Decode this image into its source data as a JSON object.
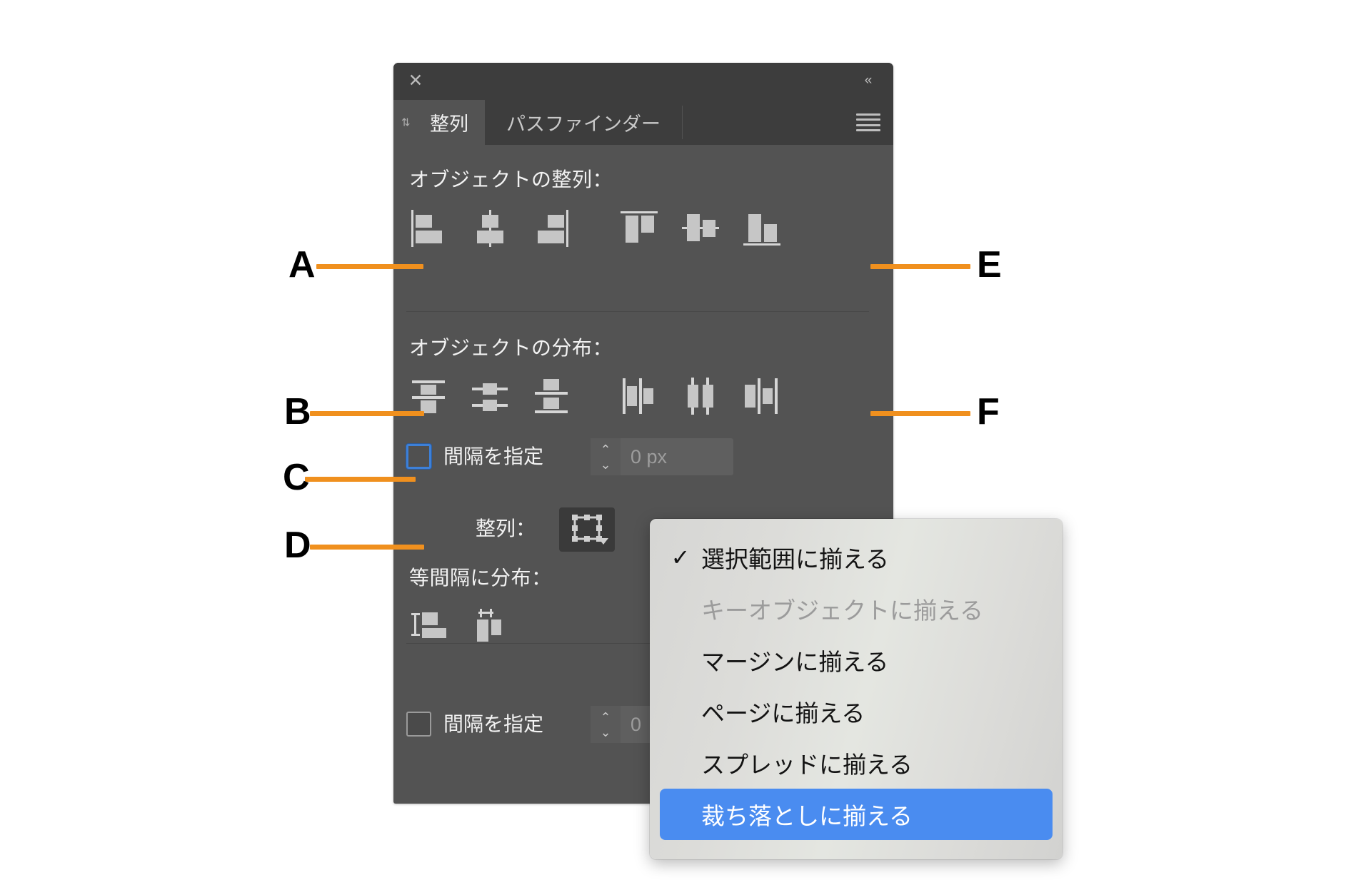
{
  "panel": {
    "close_icon": "close-x-icon",
    "collapse_icon": "collapse-double-chevron-icon",
    "menu_icon": "panel-menu-hamburger-icon",
    "tabs": [
      {
        "label": "整列",
        "active": true
      },
      {
        "label": "パスファインダー",
        "active": false
      }
    ],
    "sections": {
      "align_objects_title": "オブジェクトの整列：",
      "distribute_objects_title": "オブジェクトの分布：",
      "distribute_spacing_title": "等間隔に分布："
    },
    "align_buttons": [
      "align-left-edges",
      "align-horizontal-centers",
      "align-right-edges",
      "align-top-edges",
      "align-vertical-centers",
      "align-bottom-edges"
    ],
    "distribute_buttons": [
      "distribute-top-edges",
      "distribute-vertical-centers",
      "distribute-bottom-edges",
      "distribute-left-edges",
      "distribute-horizontal-centers",
      "distribute-right-edges"
    ],
    "spacing_buttons": [
      "distribute-vertical-space",
      "distribute-horizontal-space"
    ],
    "spacing_checkbox_1": {
      "label": "間隔を指定",
      "checked": false,
      "focused": true,
      "value": "0 px"
    },
    "spacing_checkbox_2": {
      "label": "間隔を指定",
      "checked": false,
      "focused": false,
      "value": "0"
    },
    "align_to": {
      "label": "整列：",
      "icon": "align-to-selection-icon",
      "caret": "chevron-down-icon"
    }
  },
  "dropdown": {
    "items": [
      {
        "label": "選択範囲に揃える",
        "checked": true,
        "disabled": false,
        "selected": false
      },
      {
        "label": "キーオブジェクトに揃える",
        "checked": false,
        "disabled": true,
        "selected": false
      },
      {
        "label": "マージンに揃える",
        "checked": false,
        "disabled": false,
        "selected": false
      },
      {
        "label": "ページに揃える",
        "checked": false,
        "disabled": false,
        "selected": false
      },
      {
        "label": "スプレッドに揃える",
        "checked": false,
        "disabled": false,
        "selected": false
      },
      {
        "label": "裁ち落としに揃える",
        "checked": false,
        "disabled": false,
        "selected": true
      }
    ],
    "check_glyph": "✓"
  },
  "callouts": [
    {
      "letter": "A"
    },
    {
      "letter": "B"
    },
    {
      "letter": "C"
    },
    {
      "letter": "D"
    },
    {
      "letter": "E"
    },
    {
      "letter": "F"
    }
  ],
  "colors": {
    "panel_bg": "#535353",
    "titlebar_bg": "#3d3d3d",
    "icon_gray": "#c6c6c6",
    "accent_orange": "#f0901e",
    "menu_highlight_blue": "#4a8cf0",
    "checkbox_focus_blue": "#3d80d8"
  }
}
